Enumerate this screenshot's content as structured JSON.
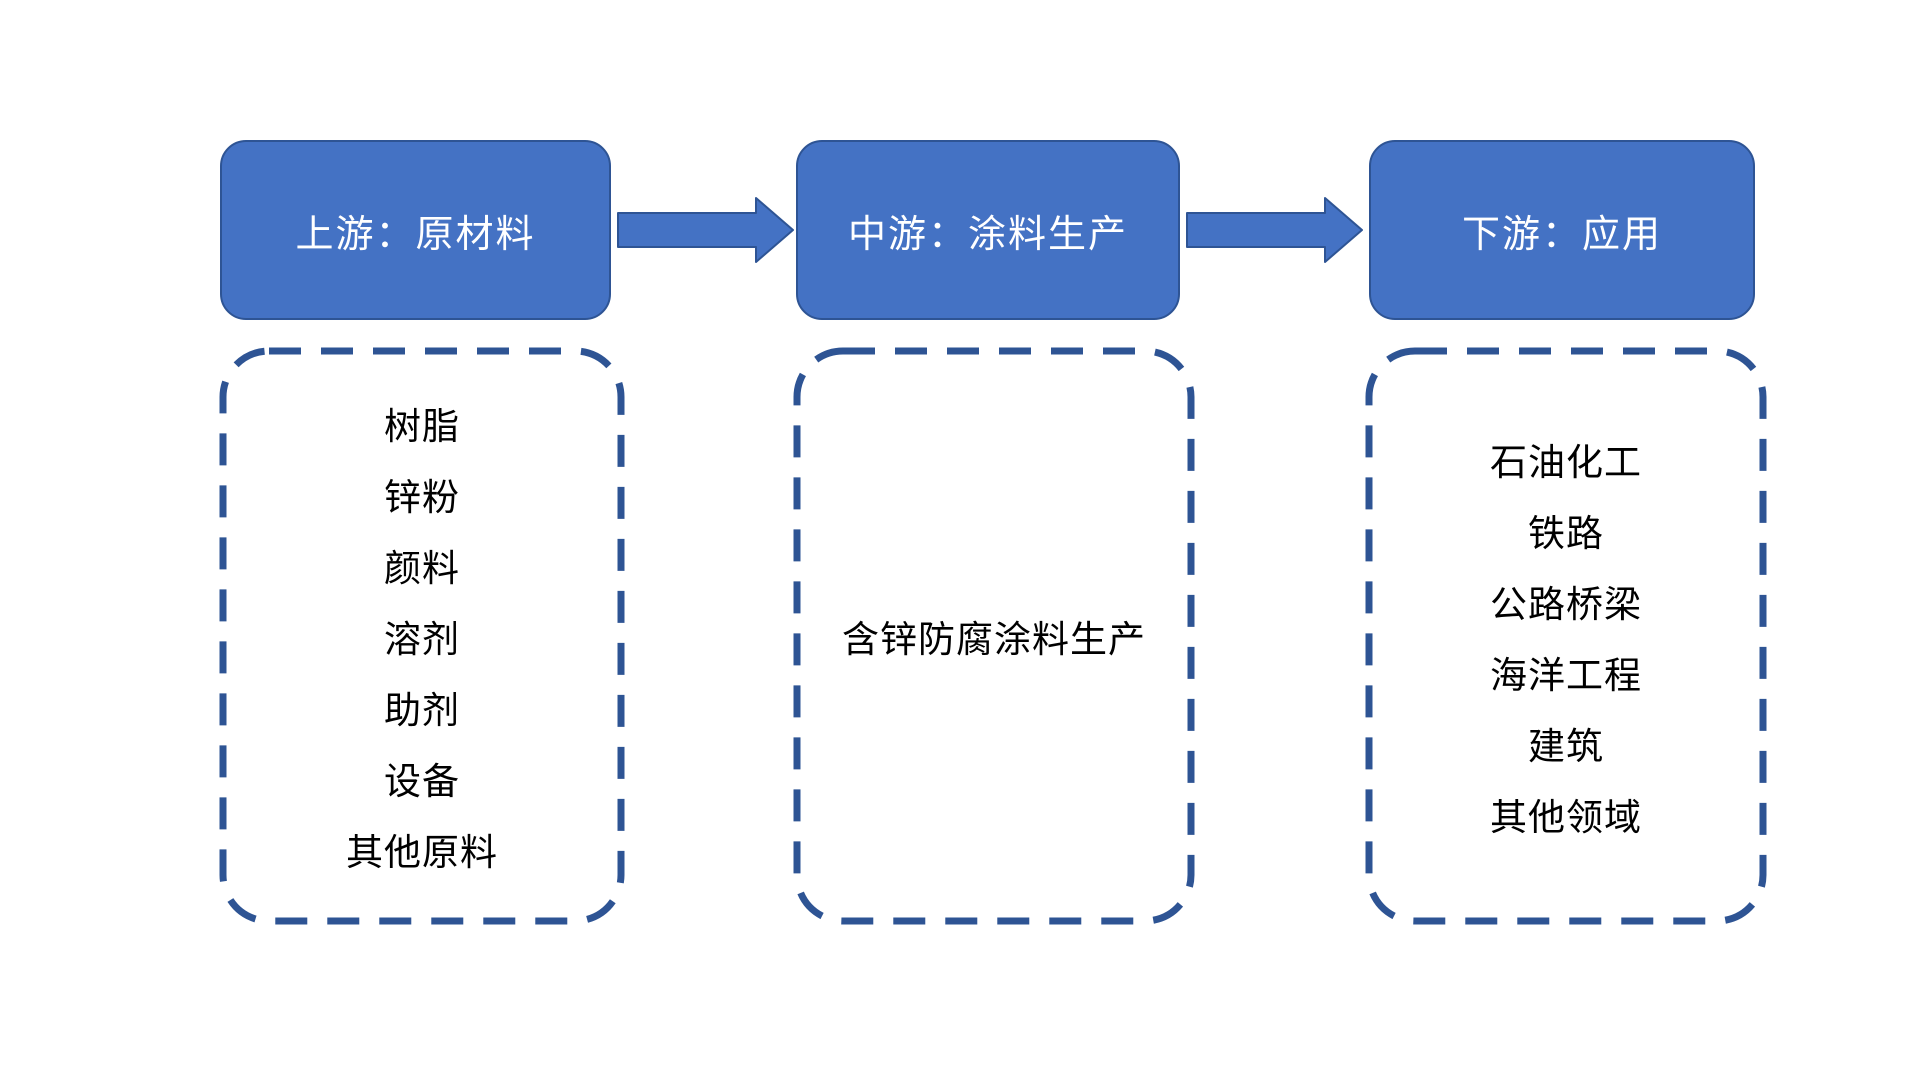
{
  "colors": {
    "background": "#FFFFFF",
    "stage_box_fill": "#4472C4",
    "stage_box_border": "#2E5494",
    "stage_box_text": "#FFFFFF",
    "dashed_panel_border": "#2E5494",
    "list_text": "#000000",
    "arrow_fill": "#4472C4",
    "arrow_border": "#2E5494"
  },
  "columns": [
    {
      "id": "upstream",
      "header": "上游：原材料",
      "items": [
        "树脂",
        "锌粉",
        "颜料",
        "溶剂",
        "助剂",
        "设备",
        "其他原料"
      ]
    },
    {
      "id": "midstream",
      "header": "中游：涂料生产",
      "items": [
        "含锌防腐涂料生产"
      ]
    },
    {
      "id": "downstream",
      "header": "下游：应用",
      "items": [
        "石油化工",
        "铁路",
        "公路桥梁",
        "海洋工程",
        "建筑",
        "其他领域"
      ]
    }
  ],
  "arrows": [
    {
      "name": "upstream-to-midstream"
    },
    {
      "name": "midstream-to-downstream"
    }
  ]
}
